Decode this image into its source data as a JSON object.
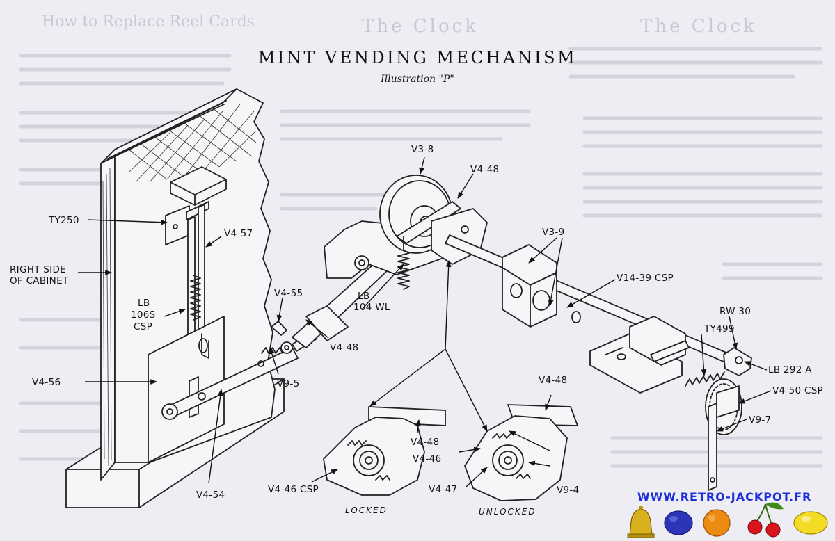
{
  "title": "MINT VENDING MECHANISM",
  "subtitle": "Illustration \"P\"",
  "background_headers": [
    "How to Replace Reel Cards",
    "The Clock",
    "The Clock"
  ],
  "labels": {
    "v3_8": "V3-8",
    "v4_48_top": "V4-48",
    "ty250": "TY250",
    "v4_57": "V4-57",
    "right_side_1": "RIGHT SIDE",
    "right_side_2": "OF CABINET",
    "lb106s_1": "LB",
    "lb106s_2": "106S",
    "lb106s_3": "CSP",
    "v4_55": "V4-55",
    "lb104wl_1": "LB",
    "lb104wl_2": "104 WL",
    "v4_48_mid": "V4-48",
    "v9_5": "V9-5",
    "v4_56": "V4-56",
    "v4_54": "V4-54",
    "v3_9": "V3-9",
    "v14_39": "V14-39 CSP",
    "rw30": "RW 30",
    "ty499": "TY499",
    "lb292a": "LB 292 A",
    "v4_50": "V4-50 CSP",
    "v9_7": "V9-7",
    "v4_48_left": "V4-48",
    "v4_48_right": "V4-48",
    "v4_46": "V4-46",
    "v4_46csp": "V4-46 CSP",
    "v4_47": "V4-47",
    "v9_4": "V9-4",
    "locked": "LOCKED",
    "unlocked": "UNLOCKED"
  },
  "watermark": "WWW.RETRO-JACKPOT.FR",
  "icons": [
    "bell-icon",
    "plum-icon",
    "orange-icon",
    "cherries-icon",
    "lemon-icon"
  ],
  "colors": {
    "paper": "#eeedf3",
    "ink": "#222222",
    "ghost_text": "#c9c8d3",
    "watermark": "#1b2fd8",
    "bell": "#d8b21e",
    "plum": "#2c34b8",
    "orange": "#ec8a12",
    "cherry": "#d8141c",
    "lemon": "#f4dc24"
  }
}
